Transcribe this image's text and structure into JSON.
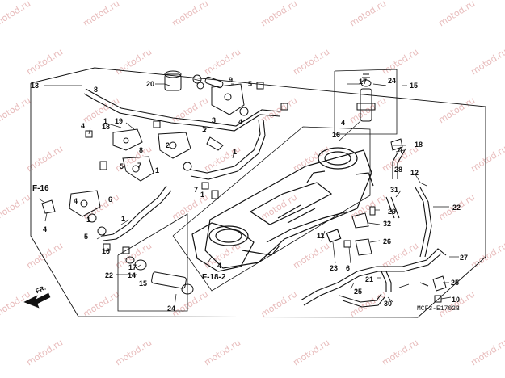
{
  "watermark": "motod.ru",
  "diagram_code": "MCF3-E1702B",
  "front_label": "FR.",
  "refs": [
    "F-16",
    "F-18-2"
  ],
  "callouts": [
    "13",
    "20",
    "3",
    "2",
    "9",
    "5",
    "4",
    "1",
    "17",
    "24",
    "15",
    "16",
    "19",
    "4",
    "8",
    "7",
    "1",
    "5",
    "6",
    "1",
    "4",
    "18",
    "1",
    "12",
    "28",
    "22",
    "31",
    "29",
    "32",
    "26",
    "23",
    "6",
    "27",
    "25",
    "10",
    "21",
    "25",
    "30",
    "11",
    "22",
    "14",
    "15",
    "24",
    "17",
    "16",
    "1",
    "4",
    "18",
    "5",
    "4",
    "1",
    "7",
    "1",
    "4",
    "2",
    "1",
    "8"
  ]
}
